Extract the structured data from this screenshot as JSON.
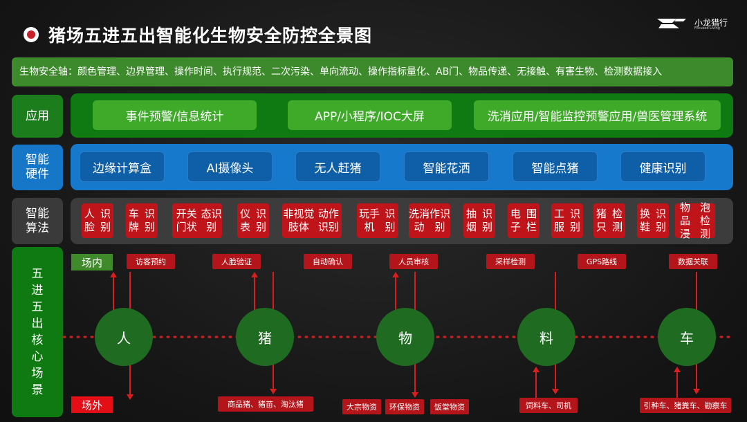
{
  "header": {
    "title": "猪场五进五出智能化生物安全防控全景图",
    "logo_text": "小龙猎行",
    "logo_sub": "Focused Living"
  },
  "axis": {
    "text": "生物安全轴：颜色管理、边界管理、操作时间、执行规范、二次污染、单向流动、操作指标量化、AB门、物品传递、无接触、有害生物、检测数据接入"
  },
  "application": {
    "label": "应用",
    "items": [
      "事件预警/信息统计",
      "APP/小程序/IOC大屏",
      "洗消应用/智能监控预警应用/兽医管理系统"
    ]
  },
  "hardware": {
    "label_lines": [
      "智能",
      "硬件"
    ],
    "items": [
      "边缘计算盒",
      "AI摄像头",
      "无人赶猪",
      "智能花洒",
      "智能点猪",
      "健康识别"
    ]
  },
  "algorithm": {
    "label_lines": [
      "智能",
      "算法"
    ],
    "items": [
      [
        "人脸",
        "识别"
      ],
      [
        "车牌",
        "识别"
      ],
      [
        "开关门状",
        "态识别"
      ],
      [
        "仪表",
        "识别"
      ],
      [
        "非视觉肢体",
        "动作识别"
      ],
      [
        "玩手机",
        "识别"
      ],
      [
        "洗消动",
        "作识别"
      ],
      [
        "抽烟",
        "识别"
      ],
      [
        "电子",
        "围栏"
      ],
      [
        "工服",
        "识别"
      ],
      [
        "猪只",
        "检测"
      ],
      [
        "换鞋",
        "识别"
      ],
      [
        "物品浸",
        "泡检测"
      ]
    ]
  },
  "scenes": {
    "label_chars": [
      "五",
      "进",
      "五",
      "出",
      "核",
      "心",
      "场",
      "景"
    ],
    "inside_label": "场内",
    "outside_label": "场外",
    "nodes": [
      "人",
      "猪",
      "物",
      "料",
      "车"
    ],
    "top_tags": [
      "访客预约",
      "人脸验证",
      "自动确认",
      "人员审核",
      "采样检测",
      "GPS路线",
      "数据关联"
    ],
    "bottom_tags": [
      "商品猪、猪苗、淘汰猪",
      "大宗物资",
      "环保物资",
      "饭堂物资",
      "饲料车、司机",
      "引种车、猪粪车、勘察车"
    ]
  },
  "colors": {
    "app_green": "#3fa92a",
    "hardware_blue": "#0e5ea8",
    "algorithm_red": "#c0141b",
    "node_green": "#1f6b22",
    "outside_red": "#e30e16"
  }
}
